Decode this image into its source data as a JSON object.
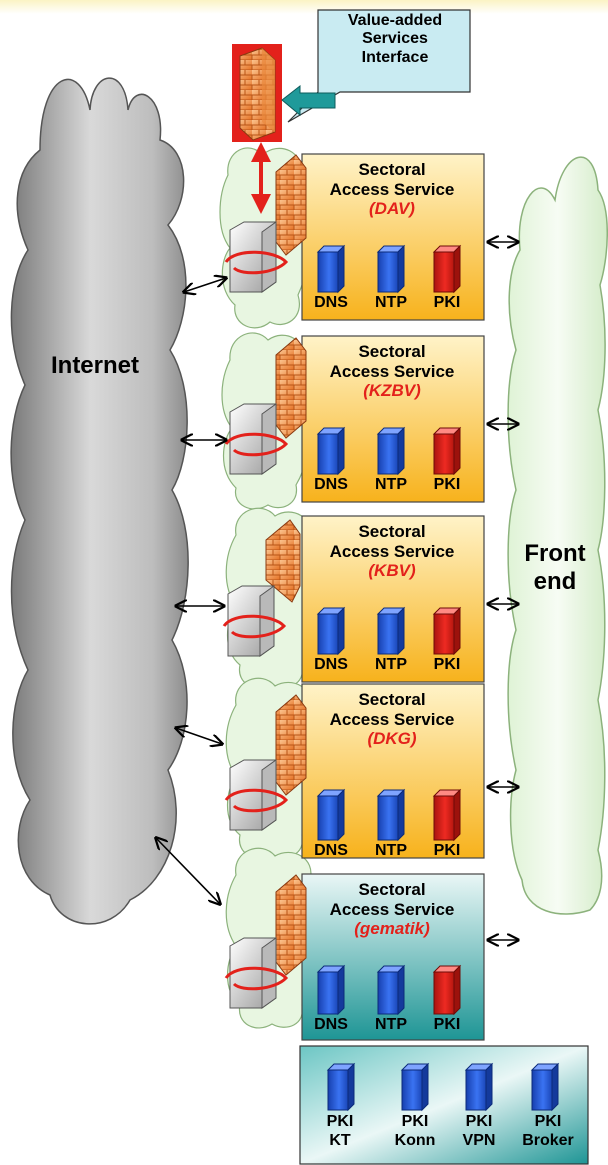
{
  "callout": {
    "line1": "Value-added",
    "line2": "Services",
    "line3": "Interface"
  },
  "internet_label": "Internet",
  "frontend_label": {
    "line1": "Front",
    "line2": "end"
  },
  "services": [
    {
      "line1": "Sectoral",
      "line2": "Access Service",
      "org": "(DAV)",
      "servers": [
        "DNS",
        "NTP",
        "PKI"
      ]
    },
    {
      "line1": "Sectoral",
      "line2": "Access Service",
      "org": "(KZBV)",
      "servers": [
        "DNS",
        "NTP",
        "PKI"
      ]
    },
    {
      "line1": "Sectoral",
      "line2": "Access Service",
      "org": "(KBV)",
      "servers": [
        "DNS",
        "NTP",
        "PKI"
      ]
    },
    {
      "line1": "Sectoral",
      "line2": "Access Service",
      "org": "(DKG)",
      "servers": [
        "DNS",
        "NTP",
        "PKI"
      ]
    },
    {
      "line1": "Sectoral",
      "line2": "Access Service",
      "org": "(gematik)",
      "servers": [
        "DNS",
        "NTP",
        "PKI"
      ]
    }
  ],
  "bottom_servers": [
    {
      "line1": "PKI",
      "line2": "KT"
    },
    {
      "line1": "PKI",
      "line2": "Konn"
    },
    {
      "line1": "PKI",
      "line2": "VPN"
    },
    {
      "line1": "PKI",
      "line2": "Broker"
    }
  ],
  "colors": {
    "service_box_orange": "#f9c02a",
    "service_box_teal": "#1f9a9a",
    "server_blue": "#2f62e6",
    "server_red": "#e3211b",
    "firewall_orange": "#f08a3a",
    "cloud_green": "#e8f6e1",
    "cloud_grey": "#9a9a9a",
    "callout_fill": "#c9ebf2",
    "arrow_teal": "#1f9a9a",
    "org_text_red": "#e3211b"
  }
}
